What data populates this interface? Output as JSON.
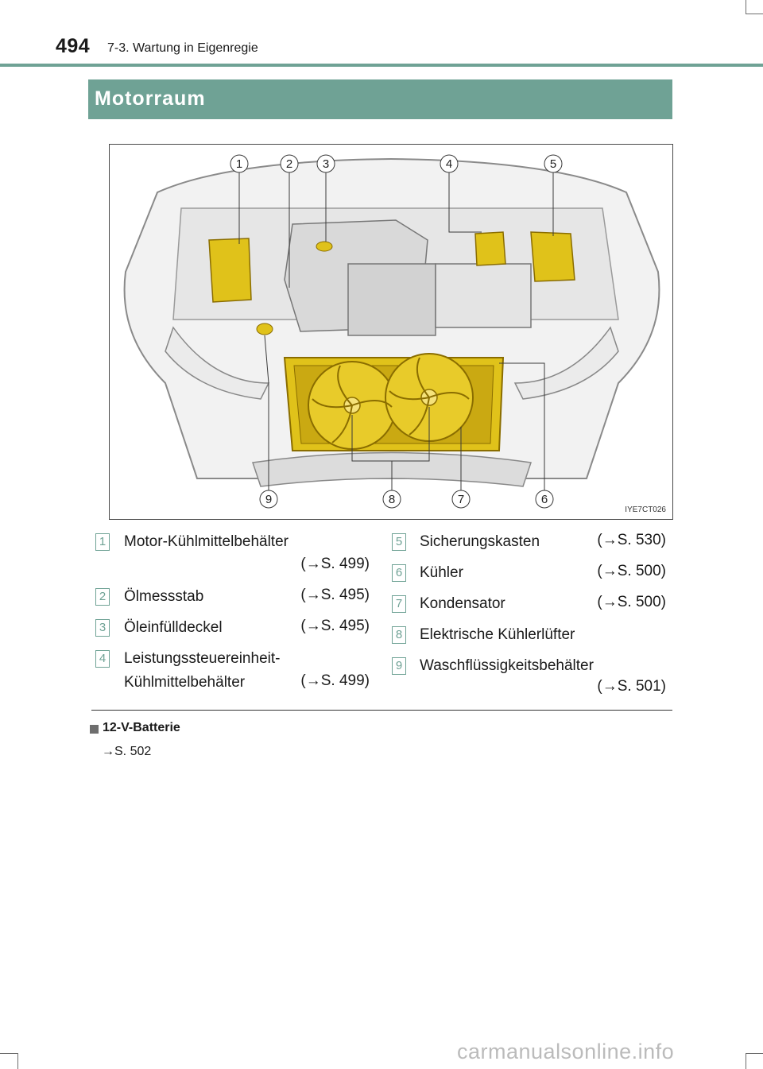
{
  "header": {
    "page_number": "494",
    "section": "7-3. Wartung in Eigenregie"
  },
  "banner": {
    "title": "Motorraum"
  },
  "figure": {
    "code": "IYE7CT026",
    "callouts": [
      "1",
      "2",
      "3",
      "4",
      "5",
      "6",
      "7",
      "8",
      "9"
    ]
  },
  "legend": [
    {
      "num": "1",
      "label": "Motor-Kühlmittelbehälter",
      "ref": "(→S. 499)"
    },
    {
      "num": "2",
      "label": "Ölmessstab",
      "ref": "(→S. 495)"
    },
    {
      "num": "3",
      "label": "Öleinfülldeckel",
      "ref": "(→S. 495)"
    },
    {
      "num": "4",
      "label": "Leistungssteuereinheit-",
      "label2": "Kühlmittelbehälter",
      "ref": "(→S. 499)"
    },
    {
      "num": "5",
      "label": "Sicherungskasten",
      "ref": "(→S. 530)"
    },
    {
      "num": "6",
      "label": "Kühler",
      "ref": "(→S. 500)"
    },
    {
      "num": "7",
      "label": "Kondensator",
      "ref": "(→S. 500)"
    },
    {
      "num": "8",
      "label": "Elektrische Kühlerlüfter",
      "ref": ""
    },
    {
      "num": "9",
      "label": "Waschflüssigkeitsbehälter",
      "ref": "(→S. 501)"
    }
  ],
  "note": {
    "title": "12-V-Batterie",
    "ref": "→S. 502"
  },
  "footer": {
    "watermark": "carmanualsonline.info"
  },
  "colors": {
    "accent": "#6fa295",
    "highlight": "#e0c21a"
  }
}
